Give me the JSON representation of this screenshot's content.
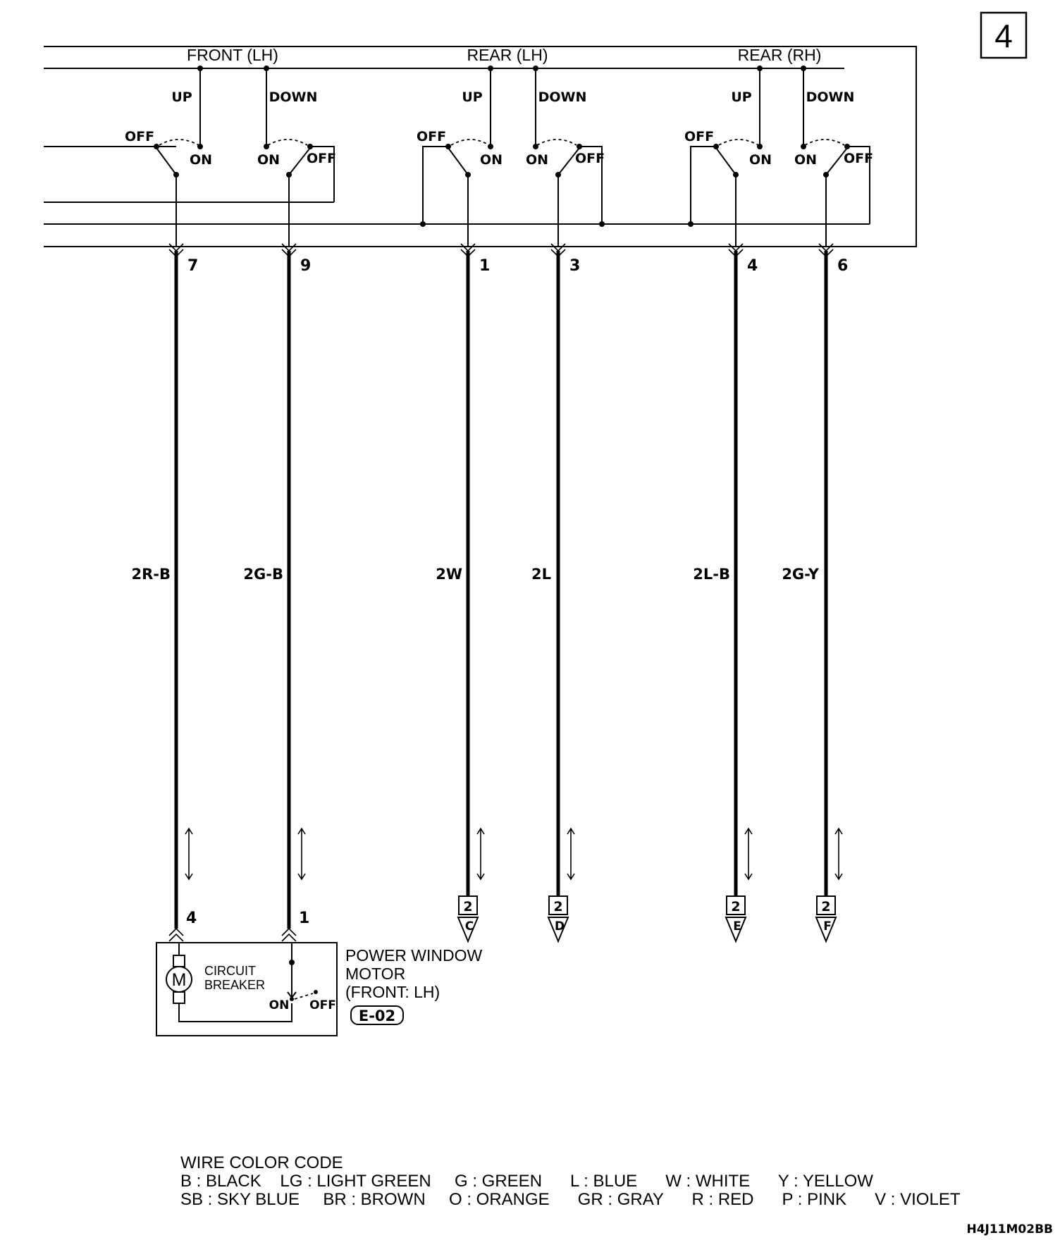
{
  "page_number": "4",
  "switch_groups": [
    {
      "title": "FRONT (LH)",
      "up": "UP",
      "down": "DOWN",
      "off_left": "OFF",
      "on_left": "ON",
      "on_right": "ON",
      "off_right": "OFF"
    },
    {
      "title": "REAR (LH)",
      "up": "UP",
      "down": "DOWN",
      "off_left": "OFF",
      "on_left": "ON",
      "on_right": "ON",
      "off_right": "OFF"
    },
    {
      "title": "REAR (RH)",
      "up": "UP",
      "down": "DOWN",
      "off_left": "OFF",
      "on_left": "ON",
      "on_right": "ON",
      "off_right": "OFF"
    }
  ],
  "wires": [
    {
      "pin": "7",
      "color_code": "2R-B",
      "end_pin": "4"
    },
    {
      "pin": "9",
      "color_code": "2G-B",
      "end_pin": "1"
    },
    {
      "pin": "1",
      "color_code": "2W",
      "connector_number": "2",
      "connector_letter": "C"
    },
    {
      "pin": "3",
      "color_code": "2L",
      "connector_number": "2",
      "connector_letter": "D"
    },
    {
      "pin": "4",
      "color_code": "2L-B",
      "connector_number": "2",
      "connector_letter": "E"
    },
    {
      "pin": "6",
      "color_code": "2G-Y",
      "connector_number": "2",
      "connector_letter": "F"
    }
  ],
  "motor": {
    "symbol": "M",
    "breaker_line1": "CIRCUIT",
    "breaker_line2": "BREAKER",
    "breaker_on": "ON",
    "breaker_off": "OFF",
    "name_line1": "POWER WINDOW",
    "name_line2": "MOTOR",
    "name_line3": "(FRONT: LH)",
    "connector_id": "E-02"
  },
  "legend": {
    "title": "WIRE COLOR CODE",
    "row1": "B : BLACK    LG : LIGHT GREEN     G : GREEN      L : BLUE      W : WHITE      Y : YELLOW",
    "row2": "SB : SKY BLUE     BR : BROWN     O : ORANGE      GR : GRAY      R : RED      P : PINK      V : VIOLET"
  },
  "figure_code": "H4J11M02BB"
}
